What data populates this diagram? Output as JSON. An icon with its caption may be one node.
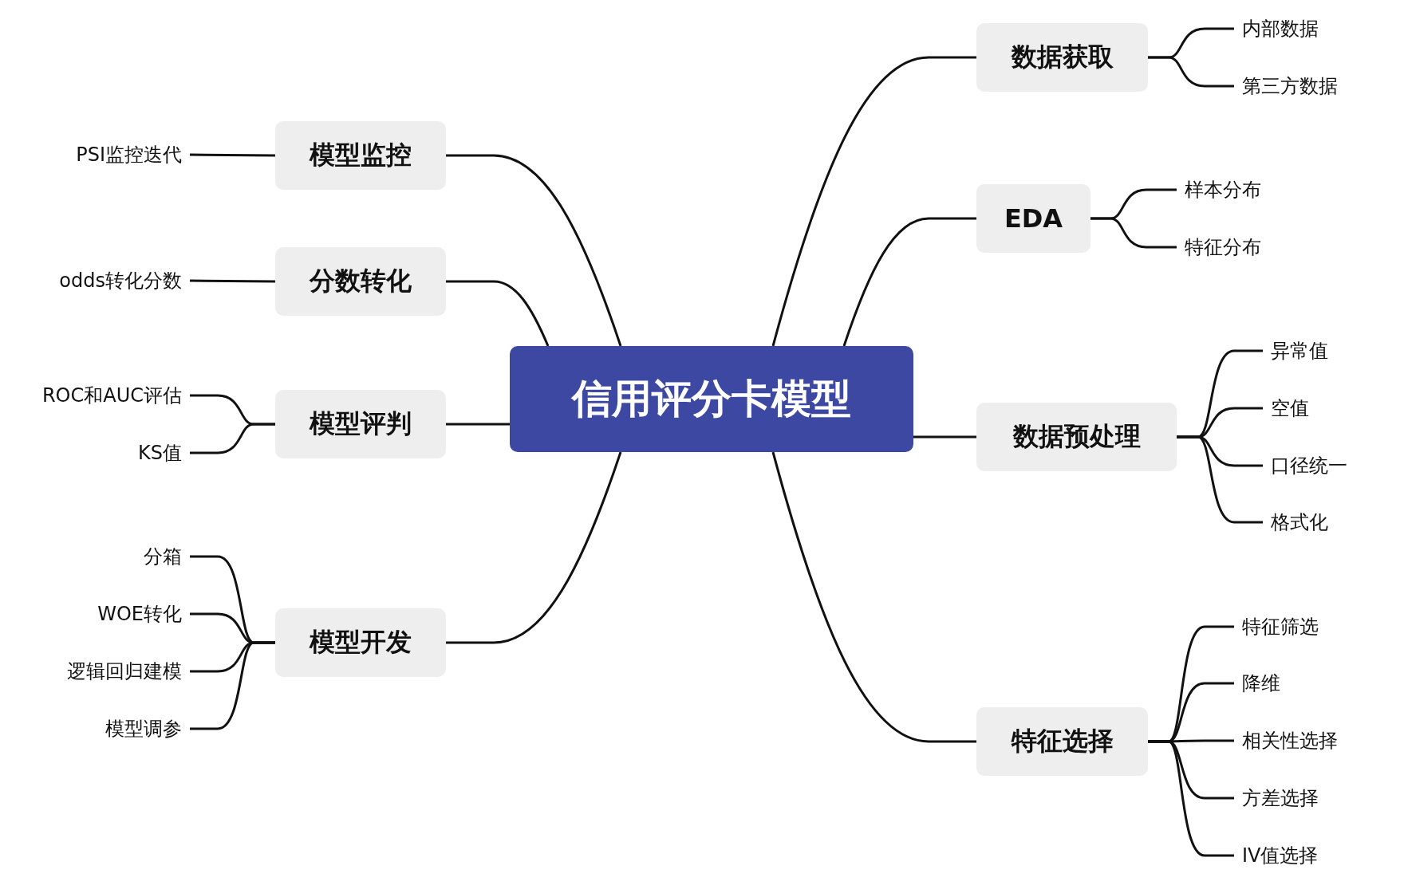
{
  "diagram": {
    "nodes": [
      {
        "text": [
          "信用评分卡模型"
        ]
      },
      {
        "text": [
          "数据获取"
        ]
      },
      {
        "text": [
          "内部数据"
        ]
      },
      {
        "text": [
          "第三方数据"
        ]
      },
      {
        "text": [
          "EDA"
        ]
      },
      {
        "text": [
          "样本分布"
        ]
      },
      {
        "text": [
          "特征分布"
        ]
      },
      {
        "text": [
          "数据预处理"
        ]
      },
      {
        "text": [
          "异常值"
        ]
      },
      {
        "text": [
          "空值"
        ]
      },
      {
        "text": [
          "口径统一"
        ]
      },
      {
        "text": [
          "格式化"
        ]
      },
      {
        "text": [
          "特征选择"
        ]
      },
      {
        "text": [
          "特征筛选"
        ]
      },
      {
        "text": [
          "降维"
        ]
      },
      {
        "text": [
          "相关性选择"
        ]
      },
      {
        "text": [
          "方差选择"
        ]
      },
      {
        "text": [
          "IV值选择"
        ]
      },
      {
        "text": [
          "模型监控"
        ]
      },
      {
        "text": [
          "PSI监控迭代"
        ]
      },
      {
        "text": [
          "分数转化"
        ]
      },
      {
        "text": [
          "odds转化分数"
        ]
      },
      {
        "text": [
          "模型评判"
        ]
      },
      {
        "text": [
          "ROC和AUC评估"
        ]
      },
      {
        "text": [
          "KS值"
        ]
      },
      {
        "text": [
          "模型开发"
        ]
      },
      {
        "text": [
          "分箱"
        ]
      },
      {
        "text": [
          "WOE转化"
        ]
      },
      {
        "text": [
          "逻辑回归建模"
        ]
      },
      {
        "text": [
          "模型调参"
        ]
      }
    ],
    "edges": [
      {
        "from": 0,
        "to": 1,
        "arrow": "none"
      },
      {
        "from": 1,
        "to": 2,
        "arrow": "none"
      },
      {
        "from": 1,
        "to": 3,
        "arrow": "none"
      },
      {
        "from": 0,
        "to": 4,
        "arrow": "none"
      },
      {
        "from": 4,
        "to": 5,
        "arrow": "none"
      },
      {
        "from": 4,
        "to": 6,
        "arrow": "none"
      },
      {
        "from": 0,
        "to": 7,
        "arrow": "none"
      },
      {
        "from": 7,
        "to": 8,
        "arrow": "none"
      },
      {
        "from": 7,
        "to": 9,
        "arrow": "none"
      },
      {
        "from": 7,
        "to": 10,
        "arrow": "none"
      },
      {
        "from": 7,
        "to": 11,
        "arrow": "none"
      },
      {
        "from": 0,
        "to": 12,
        "arrow": "none"
      },
      {
        "from": 12,
        "to": 13,
        "arrow": "none"
      },
      {
        "from": 12,
        "to": 14,
        "arrow": "none"
      },
      {
        "from": 12,
        "to": 15,
        "arrow": "none"
      },
      {
        "from": 12,
        "to": 16,
        "arrow": "none"
      },
      {
        "from": 12,
        "to": 17,
        "arrow": "none"
      },
      {
        "from": 0,
        "to": 18,
        "arrow": "none"
      },
      {
        "from": 18,
        "to": 19,
        "arrow": "none"
      },
      {
        "from": 0,
        "to": 20,
        "arrow": "none"
      },
      {
        "from": 20,
        "to": 21,
        "arrow": "none"
      },
      {
        "from": 0,
        "to": 22,
        "arrow": "none"
      },
      {
        "from": 22,
        "to": 23,
        "arrow": "none"
      },
      {
        "from": 22,
        "to": 24,
        "arrow": "none"
      },
      {
        "from": 0,
        "to": 25,
        "arrow": "none"
      },
      {
        "from": 25,
        "to": 26,
        "arrow": "none"
      },
      {
        "from": 25,
        "to": 27,
        "arrow": "none"
      },
      {
        "from": 25,
        "to": 28,
        "arrow": "none"
      },
      {
        "from": 25,
        "to": 29,
        "arrow": "none"
      }
    ]
  }
}
